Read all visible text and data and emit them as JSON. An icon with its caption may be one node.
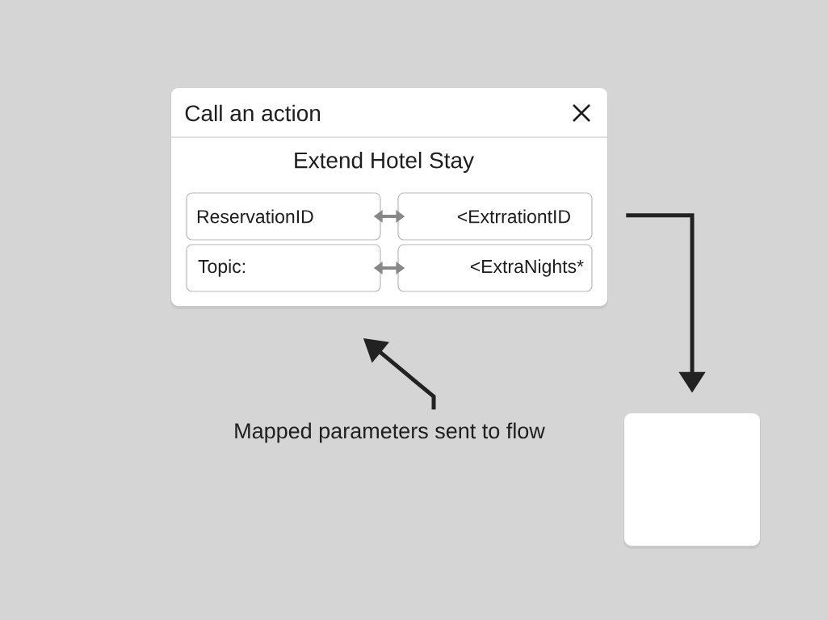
{
  "diagram": {
    "nodes": [
      {
        "text": [
          "Call an action",
          "Extend Hotel Stay"
        ]
      },
      {
        "text": [
          "ReservationID"
        ],
        "in": 0
      },
      {
        "text": [
          "<ExtrrationtID"
        ],
        "in": 0
      },
      {
        "text": [
          "Topic:"
        ],
        "in": 0
      },
      {
        "text": [
          "<ExtraNights*"
        ],
        "in": 0
      },
      {
        "text": [],
        "shape": "box"
      },
      {
        "text": [
          "Mapped parameters sent to flow"
        ]
      }
    ],
    "edges": [
      {
        "from": 1,
        "to": 2,
        "arrow": "both",
        "color": "#888888"
      },
      {
        "from": 3,
        "to": 4,
        "arrow": "both",
        "color": "#888888"
      },
      {
        "from": 0,
        "to": 5,
        "arrow": "to",
        "color": "#222222"
      },
      {
        "from": 6,
        "to": 0,
        "arrow": "to",
        "color": "#222222"
      }
    ]
  }
}
